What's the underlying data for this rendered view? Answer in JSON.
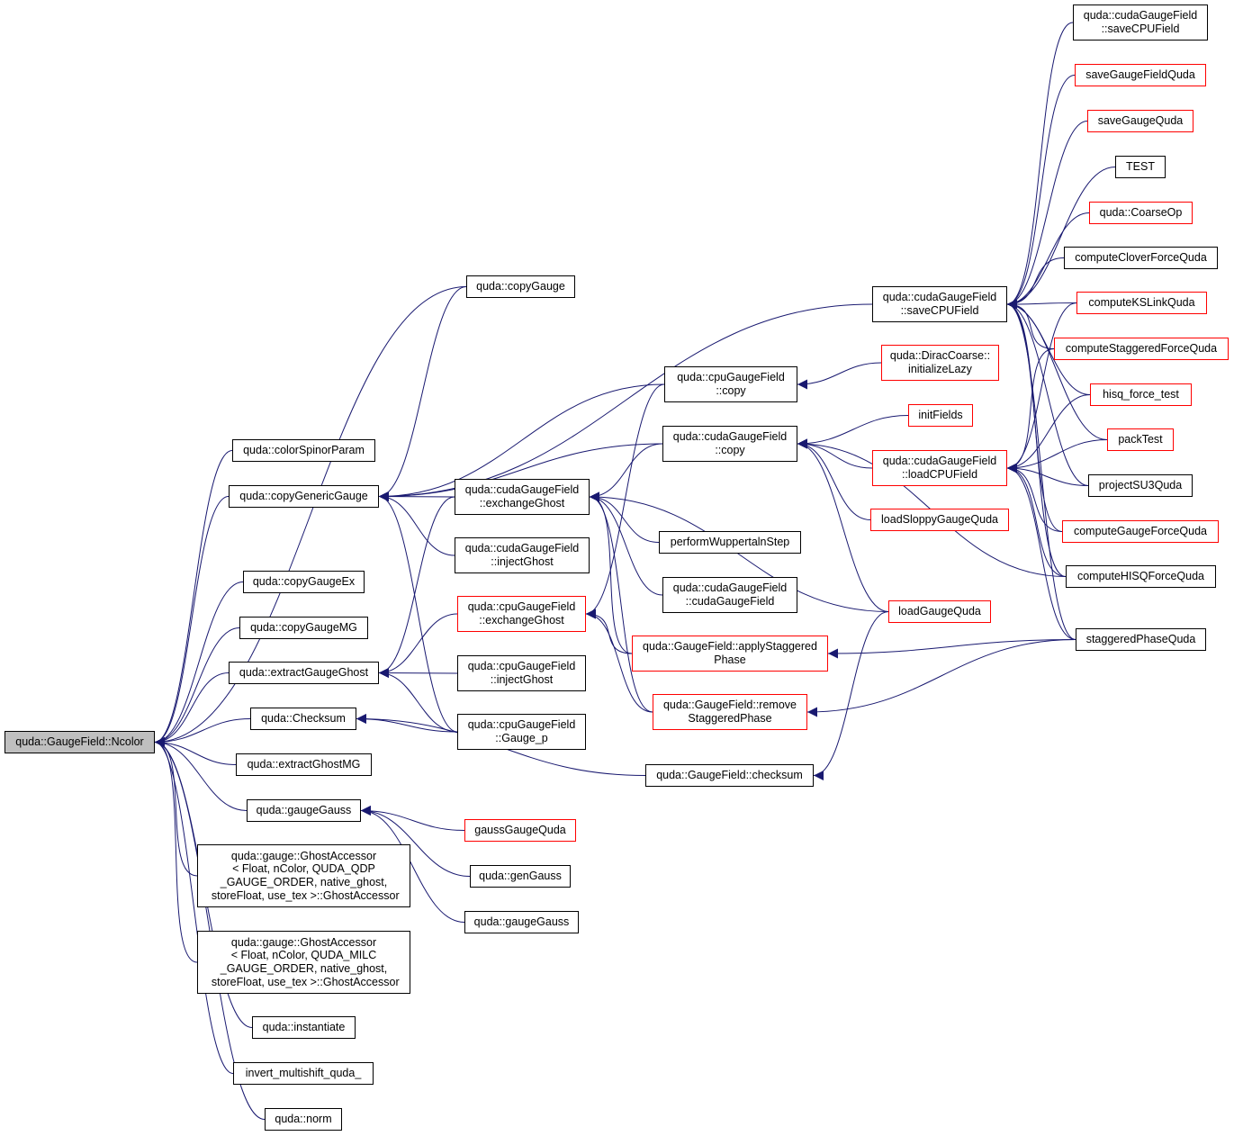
{
  "colors": {
    "edge": "#191970",
    "border": "#000000",
    "border_truncated": "#ff0000",
    "root_fill": "#bfbfbf"
  },
  "nodes": [
    {
      "id": "root",
      "label": "quda::GaugeField::Ncolor",
      "style": "root"
    },
    {
      "id": "copyGauge",
      "label": "quda::copyGauge",
      "style": "normal"
    },
    {
      "id": "colorSpinorParam",
      "label": "quda::colorSpinorParam",
      "style": "normal"
    },
    {
      "id": "copyGenericGauge",
      "label": "quda::copyGenericGauge",
      "style": "normal"
    },
    {
      "id": "copyGaugeEx",
      "label": "quda::copyGaugeEx",
      "style": "normal"
    },
    {
      "id": "copyGaugeMG",
      "label": "quda::copyGaugeMG",
      "style": "normal"
    },
    {
      "id": "extractGaugeGhost",
      "label": "quda::extractGaugeGhost",
      "style": "normal"
    },
    {
      "id": "checksumFn",
      "label": "quda::Checksum",
      "style": "normal"
    },
    {
      "id": "extractGhostMG",
      "label": "quda::extractGhostMG",
      "style": "normal"
    },
    {
      "id": "gaugeGaussFn",
      "label": "quda::gaugeGauss",
      "style": "normal"
    },
    {
      "id": "ghostQDP",
      "label": "quda::gauge::GhostAccessor\n< Float, nColor, QUDA_QDP\n_GAUGE_ORDER, native_ghost,\n storeFloat, use_tex >::GhostAccessor",
      "style": "normal"
    },
    {
      "id": "ghostMILC",
      "label": "quda::gauge::GhostAccessor\n< Float, nColor, QUDA_MILC\n_GAUGE_ORDER, native_ghost,\n storeFloat, use_tex >::GhostAccessor",
      "style": "normal"
    },
    {
      "id": "instantiate",
      "label": "quda::instantiate",
      "style": "normal"
    },
    {
      "id": "invertMulti",
      "label": "invert_multishift_quda_",
      "style": "normal"
    },
    {
      "id": "norm",
      "label": "quda::norm",
      "style": "normal"
    },
    {
      "id": "cudaExGhost",
      "label": "quda::cudaGaugeField\n::exchangeGhost",
      "style": "normal"
    },
    {
      "id": "cudaInjGhost",
      "label": "quda::cudaGaugeField\n::injectGhost",
      "style": "normal"
    },
    {
      "id": "cpuExGhost",
      "label": "quda::cpuGaugeField\n::exchangeGhost",
      "style": "red"
    },
    {
      "id": "cpuInjGhost",
      "label": "quda::cpuGaugeField\n::injectGhost",
      "style": "normal"
    },
    {
      "id": "cpuGaugeP",
      "label": "quda::cpuGaugeField\n::Gauge_p",
      "style": "normal"
    },
    {
      "id": "gaussGaugeQuda",
      "label": "gaussGaugeQuda",
      "style": "red"
    },
    {
      "id": "genGauss",
      "label": "quda::genGauss",
      "style": "normal"
    },
    {
      "id": "gaugeGauss2",
      "label": "quda::gaugeGauss",
      "style": "normal"
    },
    {
      "id": "cpuCopy",
      "label": "quda::cpuGaugeField\n::copy",
      "style": "normal"
    },
    {
      "id": "cudaCopy",
      "label": "quda::cudaGaugeField\n::copy",
      "style": "normal"
    },
    {
      "id": "wuppertal",
      "label": "performWuppertalnStep",
      "style": "normal"
    },
    {
      "id": "cudaCtor",
      "label": "quda::cudaGaugeField\n::cudaGaugeField",
      "style": "normal"
    },
    {
      "id": "applyStag",
      "label": "quda::GaugeField::applyStaggered\nPhase",
      "style": "red"
    },
    {
      "id": "removeStag",
      "label": "quda::GaugeField::remove\nStaggeredPhase",
      "style": "red"
    },
    {
      "id": "gfChecksum",
      "label": "quda::GaugeField::checksum",
      "style": "normal"
    },
    {
      "id": "cudaSaveCPU",
      "label": "quda::cudaGaugeField\n::saveCPUField",
      "style": "normal"
    },
    {
      "id": "diracInit",
      "label": "quda::DiracCoarse::\ninitializeLazy",
      "style": "red"
    },
    {
      "id": "initFields",
      "label": "initFields",
      "style": "red"
    },
    {
      "id": "cudaLoadCPU",
      "label": "quda::cudaGaugeField\n::loadCPUField",
      "style": "red"
    },
    {
      "id": "loadSloppy",
      "label": "loadSloppyGaugeQuda",
      "style": "red"
    },
    {
      "id": "loadGauge",
      "label": "loadGaugeQuda",
      "style": "red"
    },
    {
      "id": "saveCPUField2",
      "label": "quda::cudaGaugeField\n::saveCPUField",
      "style": "normal"
    },
    {
      "id": "saveGaugeFieldQuda",
      "label": "saveGaugeFieldQuda",
      "style": "red"
    },
    {
      "id": "saveGaugeQuda",
      "label": "saveGaugeQuda",
      "style": "red"
    },
    {
      "id": "TEST",
      "label": "TEST",
      "style": "normal"
    },
    {
      "id": "coarseOp",
      "label": "quda::CoarseOp",
      "style": "red"
    },
    {
      "id": "cloverForce",
      "label": "computeCloverForceQuda",
      "style": "normal"
    },
    {
      "id": "ksLink",
      "label": "computeKSLinkQuda",
      "style": "red"
    },
    {
      "id": "stagForce",
      "label": "computeStaggeredForceQuda",
      "style": "red"
    },
    {
      "id": "hisqTest",
      "label": "hisq_force_test",
      "style": "red"
    },
    {
      "id": "packTest",
      "label": "packTest",
      "style": "red"
    },
    {
      "id": "projectSU3",
      "label": "projectSU3Quda",
      "style": "normal"
    },
    {
      "id": "gaugeForce",
      "label": "computeGaugeForceQuda",
      "style": "red"
    },
    {
      "id": "hisqForce",
      "label": "computeHISQForceQuda",
      "style": "normal"
    },
    {
      "id": "stagPhase",
      "label": "staggeredPhaseQuda",
      "style": "normal"
    }
  ],
  "edges": [
    [
      "root",
      "copyGauge"
    ],
    [
      "root",
      "colorSpinorParam"
    ],
    [
      "root",
      "copyGenericGauge"
    ],
    [
      "root",
      "copyGaugeEx"
    ],
    [
      "root",
      "copyGaugeMG"
    ],
    [
      "root",
      "extractGaugeGhost"
    ],
    [
      "root",
      "checksumFn"
    ],
    [
      "root",
      "extractGhostMG"
    ],
    [
      "root",
      "gaugeGaussFn"
    ],
    [
      "root",
      "ghostQDP"
    ],
    [
      "root",
      "ghostMILC"
    ],
    [
      "root",
      "instantiate"
    ],
    [
      "root",
      "invertMulti"
    ],
    [
      "root",
      "norm"
    ],
    [
      "copyGenericGauge",
      "copyGauge"
    ],
    [
      "copyGenericGauge",
      "cudaSaveCPU"
    ],
    [
      "copyGenericGauge",
      "cpuCopy"
    ],
    [
      "copyGenericGauge",
      "cudaCopy"
    ],
    [
      "copyGenericGauge",
      "cudaExGhost"
    ],
    [
      "copyGenericGauge",
      "cudaInjGhost"
    ],
    [
      "copyGenericGauge",
      "cpuGaugeP"
    ],
    [
      "extractGaugeGhost",
      "cudaExGhost"
    ],
    [
      "extractGaugeGhost",
      "cpuExGhost"
    ],
    [
      "extractGaugeGhost",
      "cpuInjGhost"
    ],
    [
      "extractGaugeGhost",
      "cpuGaugeP"
    ],
    [
      "checksumFn",
      "cpuGaugeP"
    ],
    [
      "checksumFn",
      "gfChecksum"
    ],
    [
      "gaugeGaussFn",
      "gaussGaugeQuda"
    ],
    [
      "gaugeGaussFn",
      "genGauss"
    ],
    [
      "gaugeGaussFn",
      "gaugeGauss2"
    ],
    [
      "cudaExGhost",
      "cudaCopy"
    ],
    [
      "cudaExGhost",
      "wuppertal"
    ],
    [
      "cudaExGhost",
      "cudaCtor"
    ],
    [
      "cudaExGhost",
      "applyStag"
    ],
    [
      "cudaExGhost",
      "removeStag"
    ],
    [
      "cudaExGhost",
      "loadGauge"
    ],
    [
      "cpuExGhost",
      "cpuCopy"
    ],
    [
      "cpuExGhost",
      "applyStag"
    ],
    [
      "cpuExGhost",
      "removeStag"
    ],
    [
      "cpuCopy",
      "diracInit"
    ],
    [
      "cudaCopy",
      "initFields"
    ],
    [
      "cudaCopy",
      "cudaLoadCPU"
    ],
    [
      "cudaCopy",
      "loadSloppy"
    ],
    [
      "cudaCopy",
      "loadGauge"
    ],
    [
      "cudaCopy",
      "hisqForce"
    ],
    [
      "applyStag",
      "stagPhase"
    ],
    [
      "removeStag",
      "stagPhase"
    ],
    [
      "gfChecksum",
      "loadGauge"
    ],
    [
      "cudaSaveCPU",
      "saveCPUField2"
    ],
    [
      "cudaSaveCPU",
      "saveGaugeFieldQuda"
    ],
    [
      "cudaSaveCPU",
      "saveGaugeQuda"
    ],
    [
      "cudaSaveCPU",
      "TEST"
    ],
    [
      "cudaSaveCPU",
      "coarseOp"
    ],
    [
      "cudaSaveCPU",
      "cloverForce"
    ],
    [
      "cudaSaveCPU",
      "ksLink"
    ],
    [
      "cudaSaveCPU",
      "stagForce"
    ],
    [
      "cudaSaveCPU",
      "hisqTest"
    ],
    [
      "cudaSaveCPU",
      "packTest"
    ],
    [
      "cudaSaveCPU",
      "projectSU3"
    ],
    [
      "cudaSaveCPU",
      "gaugeForce"
    ],
    [
      "cudaSaveCPU",
      "hisqForce"
    ],
    [
      "cudaSaveCPU",
      "stagPhase"
    ],
    [
      "cudaLoadCPU",
      "ksLink"
    ],
    [
      "cudaLoadCPU",
      "stagForce"
    ],
    [
      "cudaLoadCPU",
      "hisqTest"
    ],
    [
      "cudaLoadCPU",
      "packTest"
    ],
    [
      "cudaLoadCPU",
      "projectSU3"
    ],
    [
      "cudaLoadCPU",
      "gaugeForce"
    ],
    [
      "cudaLoadCPU",
      "hisqForce"
    ],
    [
      "cudaLoadCPU",
      "stagPhase"
    ]
  ]
}
